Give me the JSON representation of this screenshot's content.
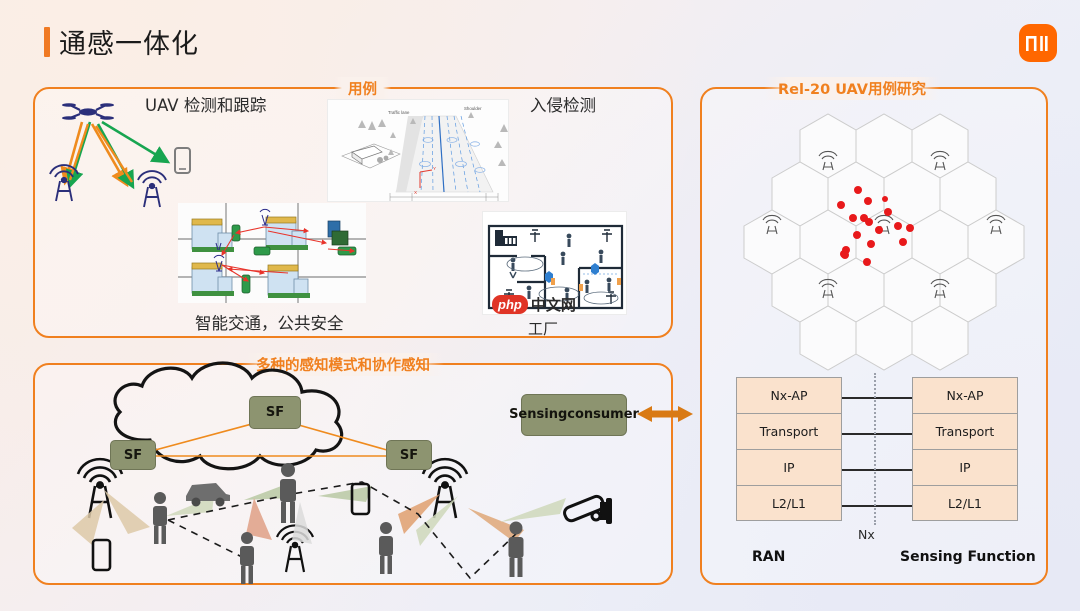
{
  "slide": {
    "title": "通感一体化",
    "brand_logo": "mi-logo",
    "accent_color": "#f0801f",
    "brand_color": "#ff6700"
  },
  "panels": {
    "usecases": {
      "title": "用例",
      "labels": {
        "uav": "UAV 检测和跟踪",
        "intrusion": "入侵检测",
        "traffic": "智能交通，公共安全",
        "factory": "工厂"
      },
      "figures": {
        "highway": "highway-lane-sensing-diagram",
        "city": "smart-city-traffic-diagram",
        "factory_plan": "factory-floorplan-diagram"
      },
      "watermark": {
        "tag": "php",
        "text": "中文网"
      }
    },
    "modes": {
      "title": "多种的感知模式和协作感知",
      "nodes": {
        "sf_top": "SF",
        "sf_left": "SF",
        "sf_right": "SF",
        "consumer_line1": "Sensing",
        "consumer_line2": "consumer"
      }
    },
    "rel20": {
      "title": "Rel-20 UAV用例研究",
      "hexgrid": {
        "cells": 19,
        "base_stations": 7,
        "uav_points": 18,
        "point_color": "#e8191b"
      },
      "stack": {
        "ran_layers": [
          "Nx-AP",
          "Transport",
          "IP",
          "L2/L1"
        ],
        "sf_layers": [
          "Nx-AP",
          "Transport",
          "IP",
          "L2/L1"
        ],
        "interface": "Nx",
        "left_footer": "RAN",
        "right_footer": "Sensing Function",
        "cell_fill": "#fae2cd"
      }
    }
  }
}
